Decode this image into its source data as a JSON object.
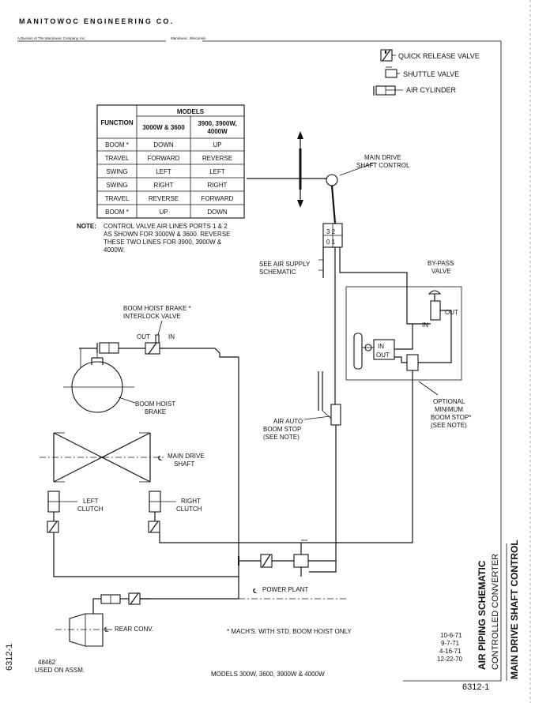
{
  "header": {
    "company": "MANITOWOC ENGINEERING CO.",
    "division": "A Division of The Manitowoc Company, Inc.",
    "location": "Manitowoc, Wisconsin"
  },
  "legend": {
    "quick_release": "QUICK RELEASE VALVE",
    "shuttle": "SHUTTLE VALVE",
    "air_cylinder": "AIR CYLINDER"
  },
  "table": {
    "function_header": "FUNCTION",
    "models_header": "MODELS",
    "col1_header": "3000W & 3600",
    "col2_header_line1": "3900, 3900W,",
    "col2_header_line2": "4000W",
    "rows": [
      {
        "function": "BOOM *",
        "col1": "DOWN",
        "col2": "UP"
      },
      {
        "function": "TRAVEL",
        "col1": "FORWARD",
        "col2": "REVERSE"
      },
      {
        "function": "SWING",
        "col1": "LEFT",
        "col2": "LEFT"
      },
      {
        "function": "SWING",
        "col1": "RIGHT",
        "col2": "RIGHT"
      },
      {
        "function": "TRAVEL",
        "col1": "REVERSE",
        "col2": "FORWARD"
      },
      {
        "function": "BOOM *",
        "col1": "UP",
        "col2": "DOWN"
      }
    ]
  },
  "note": {
    "label": "NOTE:",
    "lines": [
      "CONTROL VALVE AIR LINES PORTS 1 & 2",
      "AS SHOWN FOR 3000W & 3600. REVERSE",
      "THESE TWO LINES FOR 3900, 3900W &",
      "4000W."
    ]
  },
  "labels": {
    "main_drive_control_1": "MAIN DRIVE",
    "main_drive_control_2": "SHAFT CONTROL",
    "port_top": "3 2",
    "port_bottom": "0 1",
    "see_air_supply_1": "SEE AIR SUPPLY",
    "see_air_supply_2": "SCHEMATIC",
    "bypass_1": "BY-PASS",
    "bypass_2": "VALVE",
    "out": "OUT",
    "in": "IN",
    "shuttle_in": "IN",
    "shuttle_out": "OUT",
    "brake_valve_1": "BOOM HOIST BRAKE *",
    "brake_valve_2": "INTERLOCK VALVE",
    "brake_out": "OUT",
    "brake_in": "IN",
    "brake_1": "BOOM HOIST",
    "brake_2": "BRAKE",
    "optional_1": "OPTIONAL",
    "optional_2": "MINIMUM",
    "optional_3": "BOOM STOP*",
    "optional_4": "(SEE NOTE)",
    "auto_stop_1": "AIR AUTO",
    "auto_stop_2": "BOOM STOP",
    "auto_stop_3": "(SEE NOTE)",
    "main_shaft_1": "MAIN DRIVE",
    "main_shaft_2": "SHAFT",
    "left_clutch_1": "LEFT",
    "left_clutch_2": "CLUTCH",
    "right_clutch_1": "RIGHT",
    "right_clutch_2": "CLUTCH",
    "power_plant": "POWER PLANT",
    "rear_conv": "REAR CONV.",
    "centerline": "℄"
  },
  "footer": {
    "mach_note": "* MACH'S. WITH STD. BOOM HOIST ONLY",
    "drawing_no_side": "6312-1",
    "assm_no": "48462",
    "used_on": "USED ON ASSM.",
    "models": "MODELS 300W, 3600, 3900W & 4000W",
    "dates": [
      "10-6-71",
      "9-7-71",
      "4-16-71",
      "12-22-70"
    ],
    "drawing_no": "6312-1",
    "title_1": "AIR PIPING SCHEMATIC",
    "title_2": "CONTROLLED CONVERTER",
    "title_3": "MAIN DRIVE SHAFT CONTROL"
  }
}
